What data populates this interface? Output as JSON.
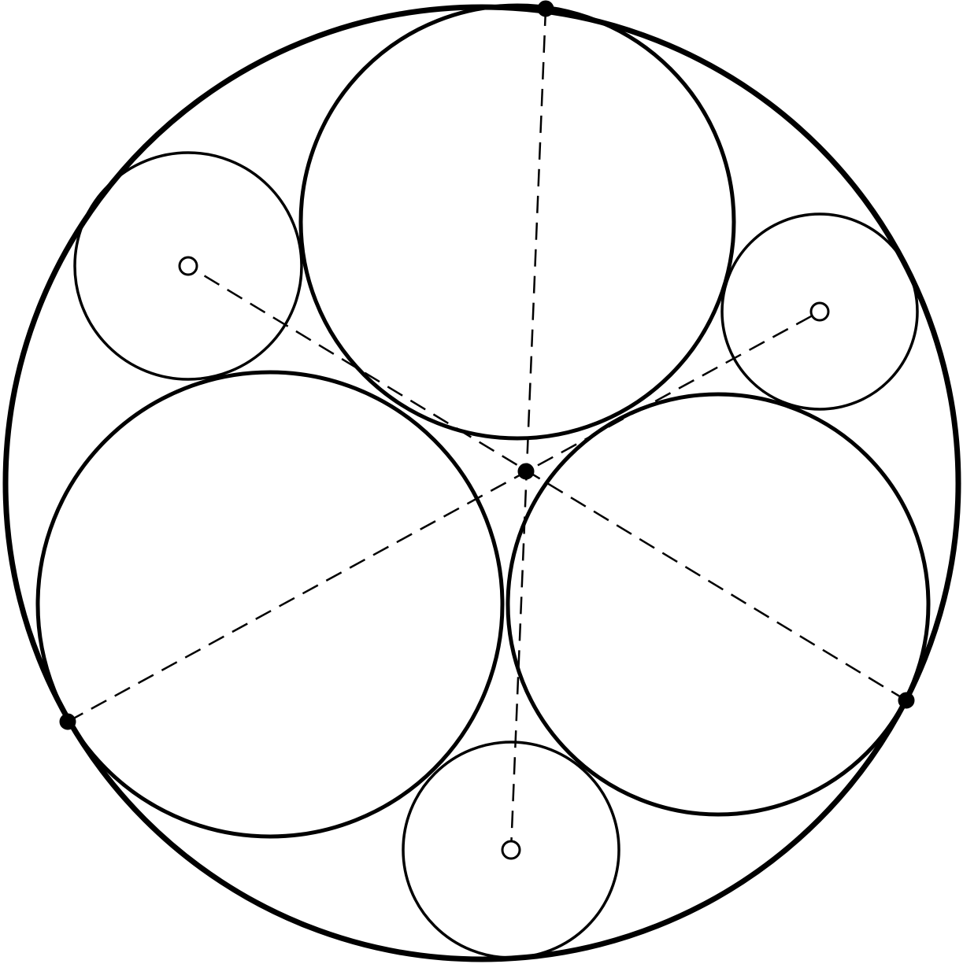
{
  "diagram": {
    "type": "geometry-construction",
    "description_visible_text": "",
    "colors": {
      "stroke": "#000000",
      "background": "#ffffff",
      "open_point_fill": "#ffffff",
      "solid_point_fill": "#000000"
    },
    "circles": [
      {
        "id": "outer-circle",
        "role": "outer",
        "weight": "heavy"
      },
      {
        "id": "large-circle-top",
        "role": "large",
        "weight": "medium"
      },
      {
        "id": "large-circle-left",
        "role": "large",
        "weight": "medium"
      },
      {
        "id": "large-circle-right",
        "role": "large",
        "weight": "medium"
      },
      {
        "id": "small-circle-upper-left",
        "role": "small",
        "weight": "light"
      },
      {
        "id": "small-circle-upper-right",
        "role": "small",
        "weight": "light"
      },
      {
        "id": "small-circle-bottom",
        "role": "small",
        "weight": "light"
      }
    ],
    "points": [
      {
        "id": "center-point",
        "style": "solid"
      },
      {
        "id": "tangent-point-top",
        "style": "solid"
      },
      {
        "id": "tangent-point-left",
        "style": "solid"
      },
      {
        "id": "tangent-point-right",
        "style": "solid"
      },
      {
        "id": "small-center-upper-left",
        "style": "open"
      },
      {
        "id": "small-center-upper-right",
        "style": "open"
      },
      {
        "id": "small-center-bottom",
        "style": "open"
      }
    ],
    "dashed_lines": [
      {
        "id": "dashed-line-vertical",
        "from": "tangent-point-top",
        "to": "small-center-bottom"
      },
      {
        "id": "dashed-line-left-up",
        "from": "tangent-point-left",
        "to": "small-center-upper-right"
      },
      {
        "id": "dashed-line-right-up",
        "from": "tangent-point-right",
        "to": "small-center-upper-left"
      }
    ]
  }
}
